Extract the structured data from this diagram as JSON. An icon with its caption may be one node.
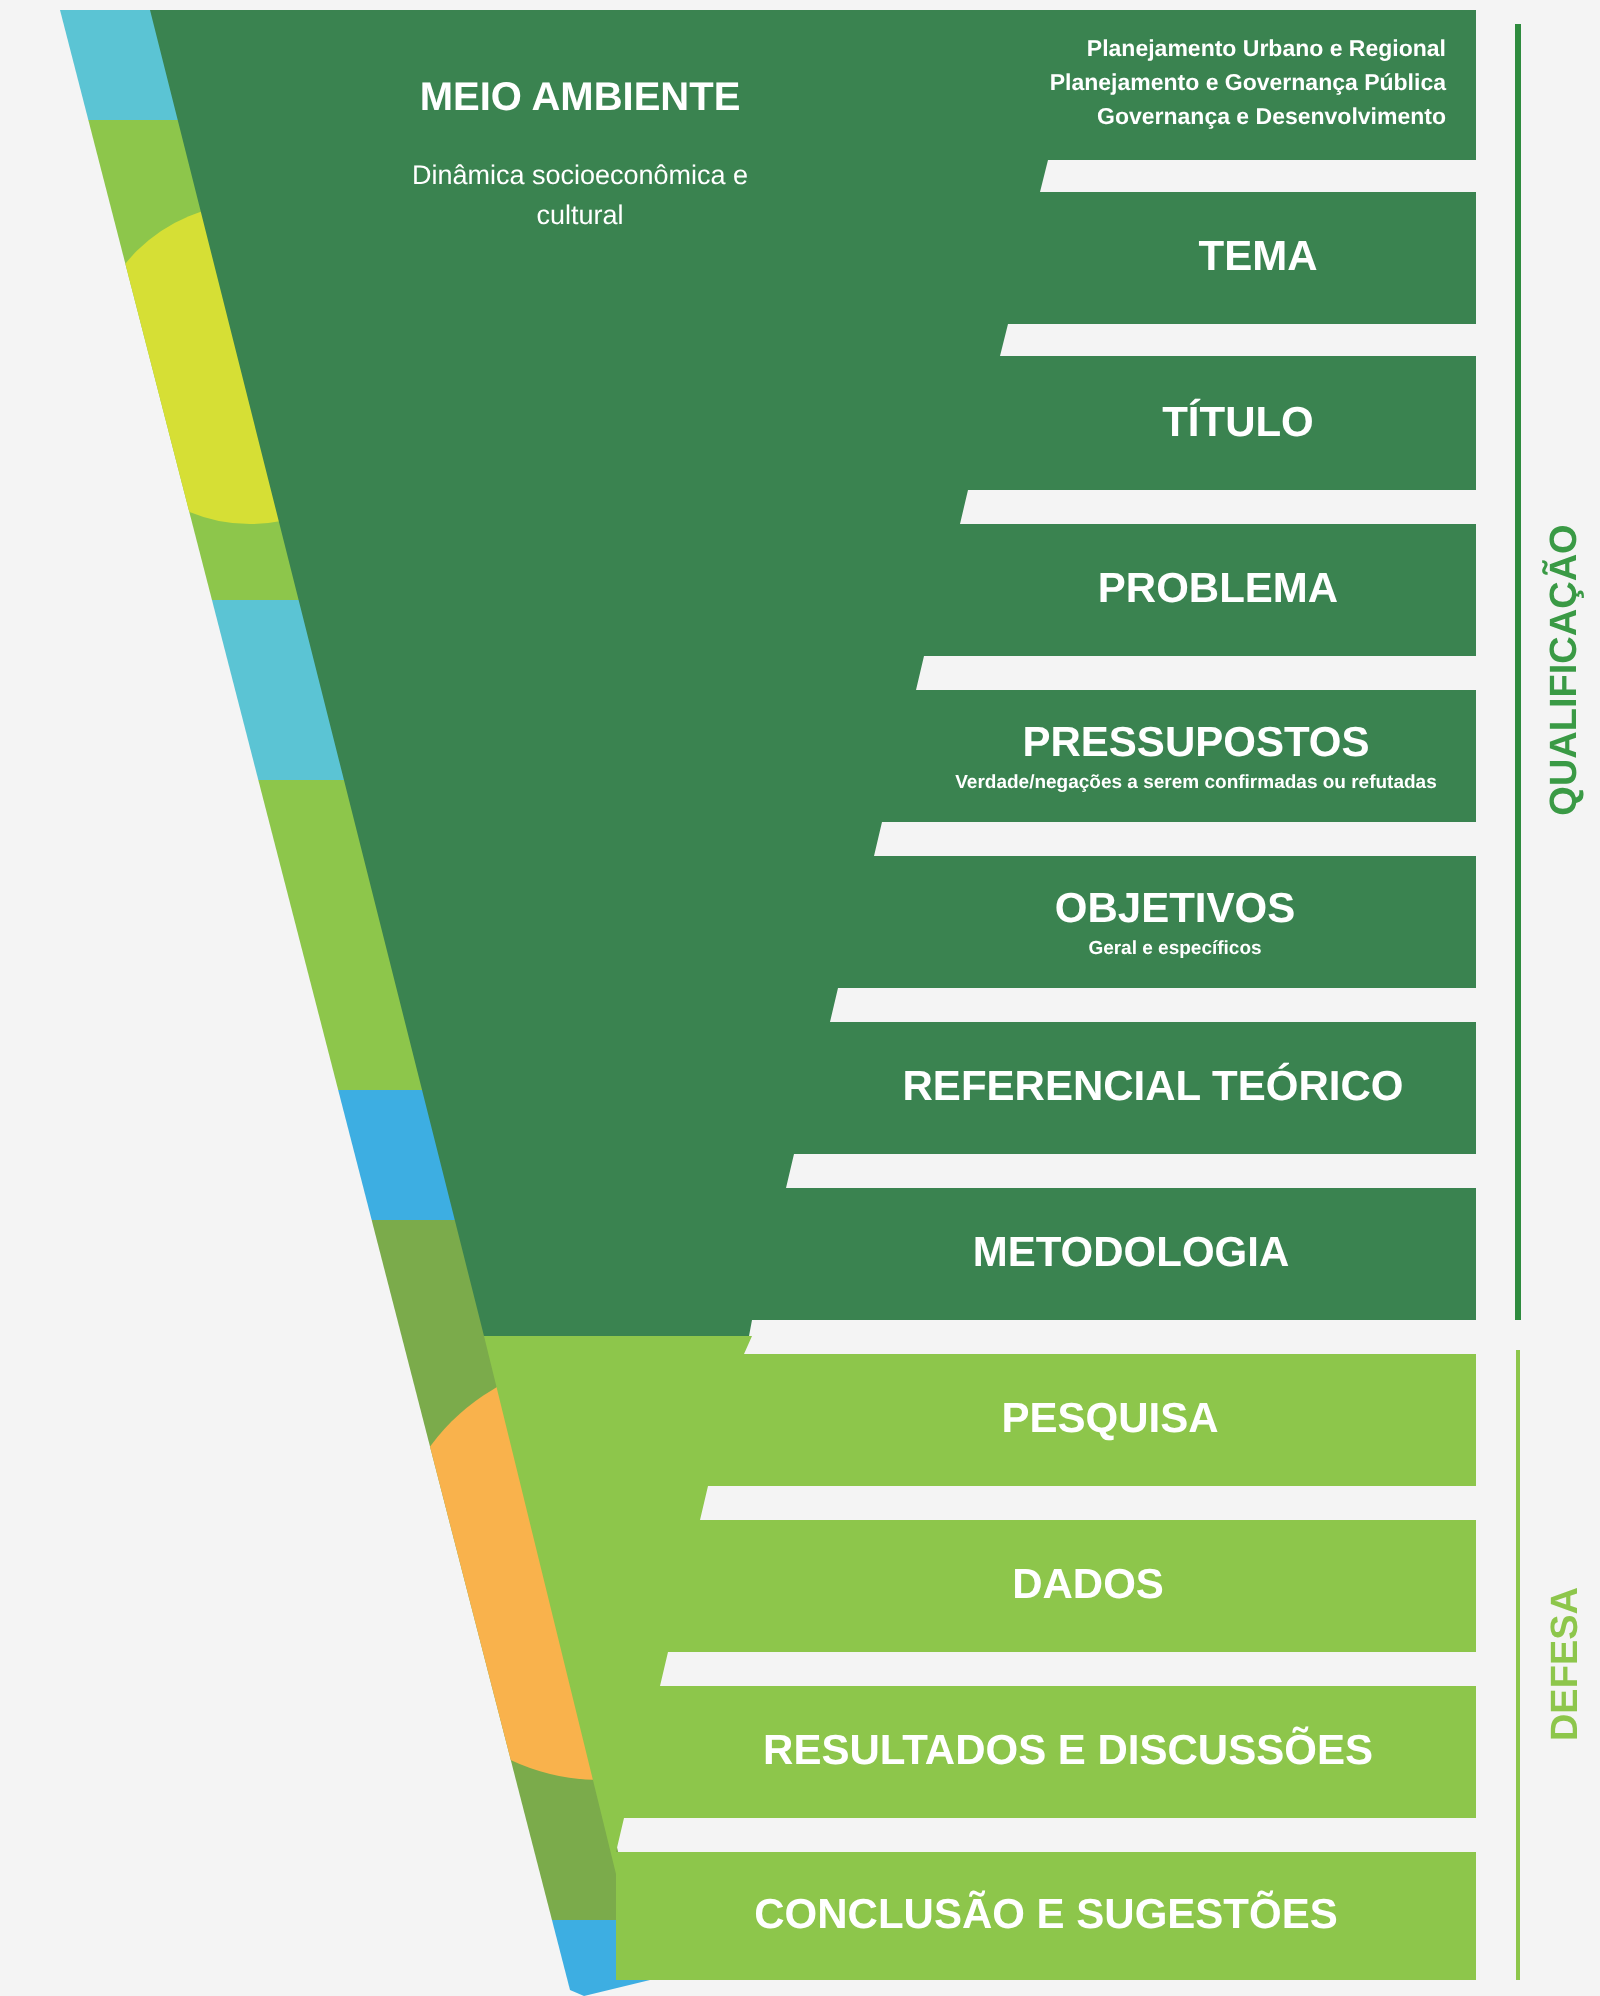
{
  "diagram": {
    "nodes": [
      {
        "text": [
          "MEIO AMBIENTE",
          "Dinâmica socioeconômica e cultural"
        ]
      },
      {
        "text": [
          "Planejamento Urbano e Regional",
          "Planejamento e Governança Pública",
          "Governança e Desenvolvimento"
        ],
        "in": 0
      },
      {
        "text": [
          "TEMA"
        ],
        "in": 0
      },
      {
        "text": [
          "TÍTULO"
        ],
        "in": 0
      },
      {
        "text": [
          "PROBLEMA"
        ],
        "in": 0
      },
      {
        "text": [
          "PRESSUPOSTOS",
          "Verdade/negações a serem confirmadas ou refutadas"
        ],
        "in": 0
      },
      {
        "text": [
          "OBJETIVOS",
          "Geral e específicos"
        ],
        "in": 0
      },
      {
        "text": [
          "REFERENCIAL TEÓRICO"
        ],
        "in": 0
      },
      {
        "text": [
          "METODOLOGIA"
        ],
        "in": 0
      },
      {
        "text": [
          "PESQUISA"
        ]
      },
      {
        "text": [
          "DADOS"
        ]
      },
      {
        "text": [
          "RESULTADOS E DISCUSSÕES"
        ]
      },
      {
        "text": [
          "CONCLUSÃO E SUGESTÕES"
        ]
      }
    ],
    "labels": [
      "QUALIFICAÇÃO",
      "DEFESA"
    ]
  }
}
